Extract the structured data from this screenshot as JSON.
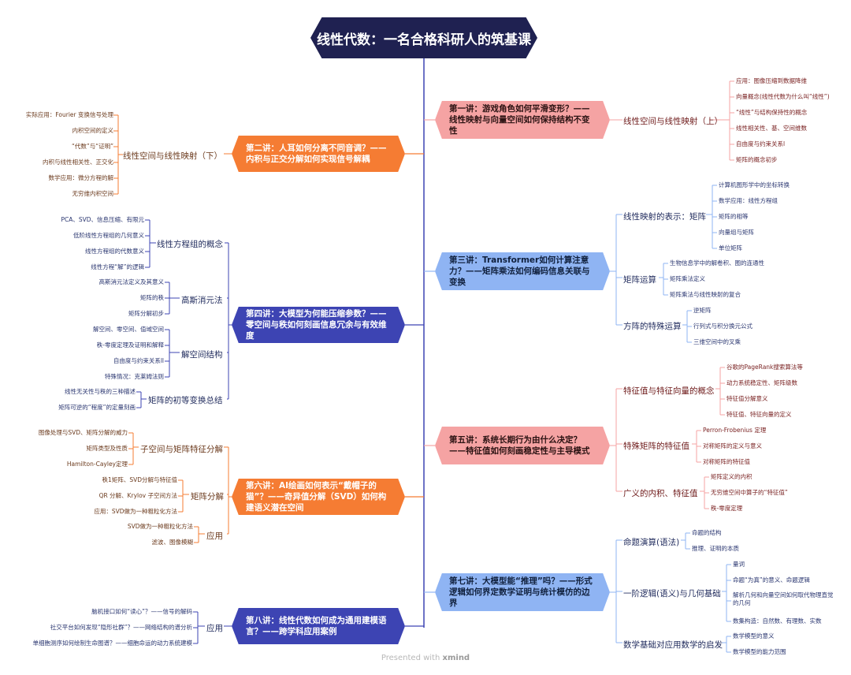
{
  "title": "线性代数：一名合格科研人的筑基课",
  "lectures": {
    "l1": {
      "title": "第一讲：游戏角色如何平滑变形？——线性映射与向量空间如何保持结构不变性",
      "sub": "线性空间与线性映射（上）",
      "leaves": [
        "应用：图像压缩到数据降维",
        "向量概念(线性代数为什么叫“线性”)",
        "“线性”与结构保持性的概念",
        "线性相关性、基、空间维数",
        "自由度与约束关系l",
        "矩阵的概念初步"
      ]
    },
    "l2": {
      "title": "第二讲：人耳如何分离不同音调？——内积与正交分解如何实现信号解耦",
      "sub": "线性空间与线性映射（下）",
      "leaves": [
        "实际应用：Fourier 变换信号处理",
        "内积空间的定义",
        "“代数”与“证明”",
        "内积与线性相关性、正交化",
        "数学应用：微分方程的解",
        "无穷维内积空间"
      ]
    },
    "l3": {
      "title": "第三讲：Transformer如何计算注意力？——矩阵乘法如何编码信息关联与变换",
      "groups": [
        {
          "label": "线性映射的表示：矩阵",
          "leaves": [
            "计算机图形学中的坐标转换",
            "数学应用：线性方程组",
            "矩阵的相等",
            "向量组与矩阵",
            "单位矩阵"
          ]
        },
        {
          "label": "矩阵运算",
          "leaves": [
            "生物信息学中的解卷积、图的连通性",
            "矩阵乘法定义",
            "矩阵乘法与线性映射的复合"
          ]
        },
        {
          "label": "方阵的特殊运算",
          "leaves": [
            "逆矩阵",
            "行列式与积分换元公式",
            "三维空间中的叉乘"
          ]
        }
      ]
    },
    "l4": {
      "title": "第四讲：大模型为何能压缩参数？——零空间与秩如何刻画信息冗余与有效维度",
      "groups": [
        {
          "label": "线性方程组的概念",
          "leaves": [
            "PCA、SVD、信息压缩、有限元",
            "低阶线性方程组的几何意义",
            "线性方程组的代数意义",
            "线性方程“解”的逻辑"
          ]
        },
        {
          "label": "高斯消元法",
          "leaves": [
            "高斯消元法定义及其意义",
            "矩阵的秩",
            "矩阵分解初步"
          ]
        },
        {
          "label": "解空间结构",
          "leaves": [
            "解空间、零空间、值域空间",
            "秩-零度定理及证明和解释",
            "自由度与约束关系ll",
            "特殊情况：克莱姆法则"
          ]
        },
        {
          "label": "矩阵的初等变换总结",
          "leaves": [
            "线性无关性与秩的三种描述",
            "矩阵可逆的“程度”的定量刻画"
          ]
        }
      ]
    },
    "l5": {
      "title": "第五讲：系统长期行为由什么决定？——特征值如何刻画稳定性与主导模式",
      "groups": [
        {
          "label": "特征值与特征向量的概念",
          "leaves": [
            "谷歌的PageRank搜索算法等",
            "动力系统稳定性、矩阵级数",
            "特征值分解意义",
            "特征值、特征向量的定义"
          ]
        },
        {
          "label": "特殊矩阵的特征值",
          "leaves": [
            "Perron-Frobenius 定理",
            "对称矩阵的定义与意义",
            "对称矩阵的特征值"
          ]
        },
        {
          "label": "广义的内积、特征值",
          "leaves": [
            "矩阵定义的内积",
            "无穷维空间中算子的“特征值”",
            "秩-零度定理"
          ]
        }
      ]
    },
    "l6": {
      "title": "第六讲：AI绘画如何表示“戴帽子的猫”？——奇异值分解（SVD）如何构建语义潜在空间",
      "groups": [
        {
          "label": "子空间与矩阵特征分解",
          "leaves": [
            "图像处理与SVD、矩阵分解的威力",
            "矩阵类型及性质",
            "Hamilton-Cayley定理"
          ]
        },
        {
          "label": "矩阵分解",
          "leaves": [
            "秩1矩阵、SVD分解与特征值",
            "QR 分解、Krylov 子空间方法",
            "应用：SVD做为一种粗粒化方法"
          ]
        },
        {
          "label": "应用",
          "leaves": [
            "SVD做为一种粗粒化方法",
            "滤波、图像模糊"
          ]
        }
      ]
    },
    "l7": {
      "title": "第七讲：大模型能“推理”吗？——形式逻辑如何界定数学证明与统计模仿的边界",
      "groups": [
        {
          "label": "命题演算(语法)",
          "leaves": [
            "命题的结构",
            "推理、证明的本质"
          ]
        },
        {
          "label": "一阶逻辑(语义)与几何基础",
          "leaves": [
            "量词",
            "命题“为真”的意义、命题逻辑",
            "解析几何和向量空间如何取代物理直觉的几何",
            "数集构造：自然数、有理数、实数"
          ]
        },
        {
          "label": "数学基础对应用数学的启发",
          "leaves": [
            "数学模型的意义",
            "数学模型的能力范围"
          ]
        }
      ]
    },
    "l8": {
      "title": "第八讲：线性代数如何成为通用建模语言？——跨学科应用案例",
      "sub": "应用",
      "leaves": [
        "脑机接口如何“读心”？——信号的解码",
        "社交平台如何发现“隐形社群”？——网络结构的谱分析",
        "单细胞测序如何绘制生命图谱？——细胞命运的动力系统建模"
      ]
    }
  },
  "footer": {
    "presented": "Presented with",
    "brand": "xmind"
  },
  "colors": {
    "root": "#1f2151",
    "pink": "#f5a3a3",
    "blue": "#8fb4f3",
    "orange": "#f57c33",
    "indigo": "#3d44b3",
    "spine": "#3d44b3"
  }
}
